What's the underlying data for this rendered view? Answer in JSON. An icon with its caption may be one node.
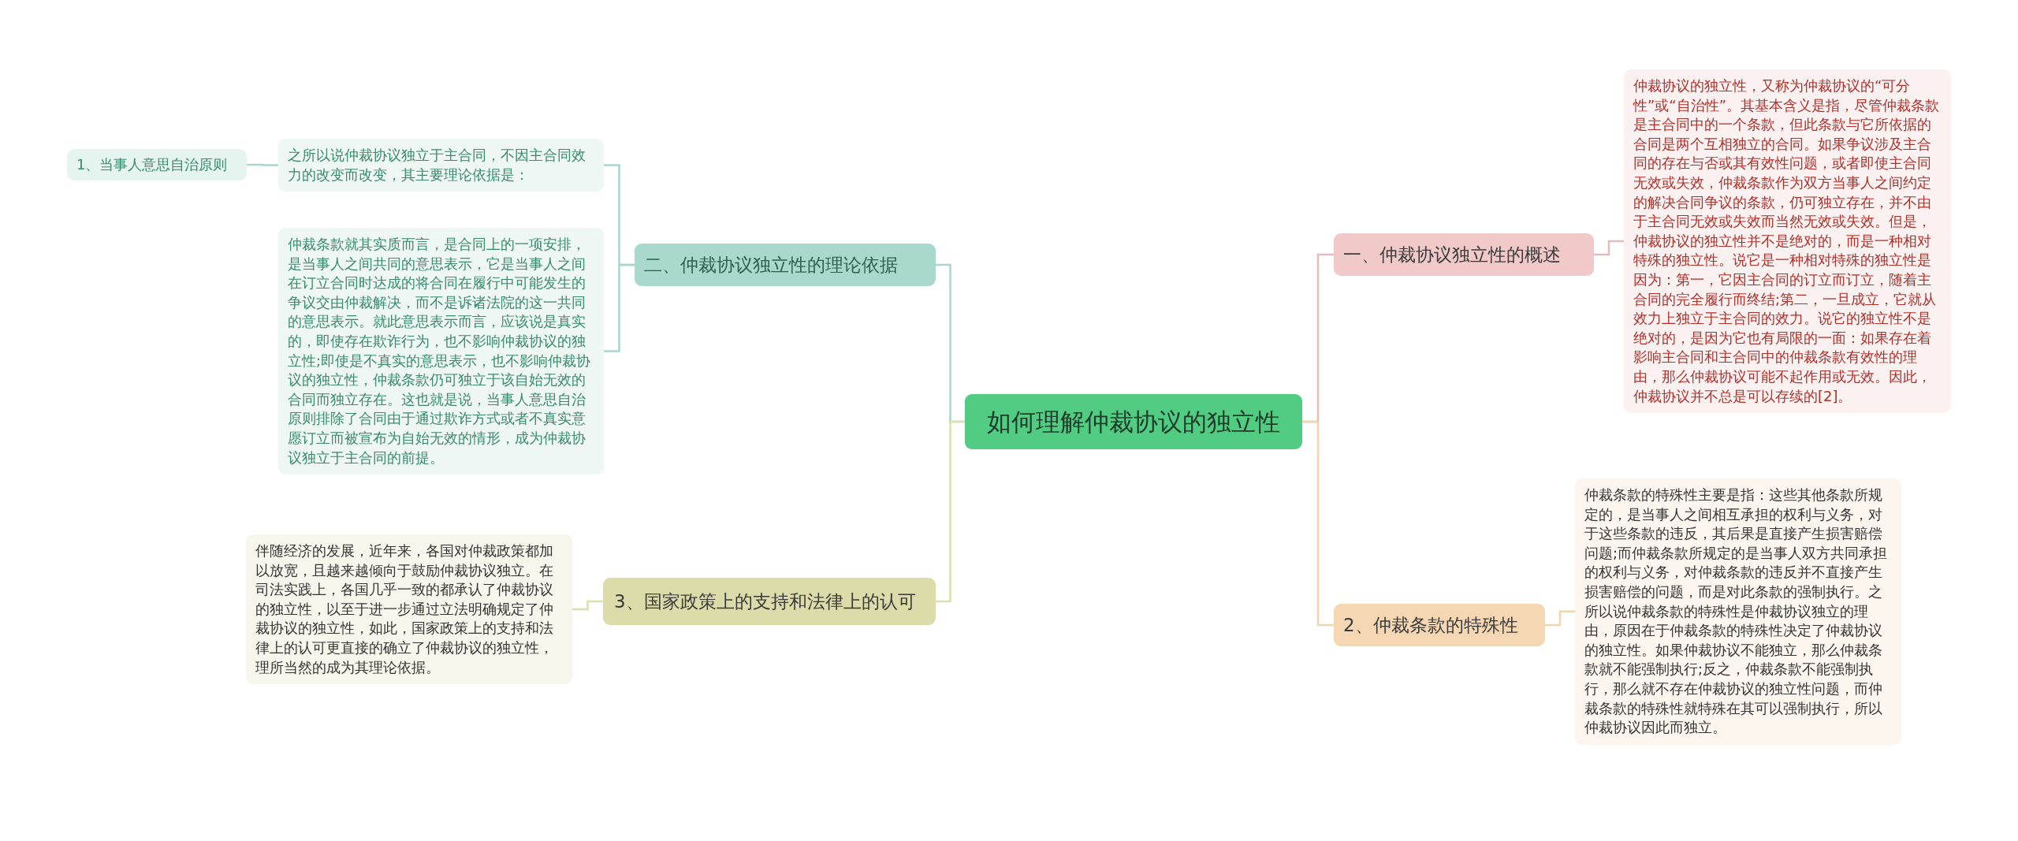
{
  "diagram": {
    "nodes": [
      {
        "text": [
          "如何理解仲裁协议的独立性"
        ]
      },
      {
        "text": [
          "一、仲裁协议独立性的概述"
        ]
      },
      {
        "text": [
          "仲裁协议的独立性，又称为仲裁协议的“可分性”或“自治性”。其基本含义是指，尽管仲裁条款是主合同中的一个条款，但此条款与它所依据的合同是两个互相独立的合同。如果争议涉及主合同的存在与否或其有效性问题，或者即使主合同无效或失效，仲裁条款作为双方当事人之间约定的解决合同争议的条款，仍可独立存在，并不由于主合同无效或失效而当然无效或失效。但是，仲裁协议的独立性并不是绝对的，而是一种相对特殊的独立性。说它是一种相对特殊的独立性是因为：第一，它因主合同的订立而订立，随着主合同的完全履行而终结;第二，一旦成立，它就从效力上独立于主合同的效力。说它的独立性不是绝对的，是因为它也有局限的一面：如果存在着影响主合同和主合同中的仲裁条款有效性的理由，那么仲裁协议可能不起作用或无效。因此，仲裁协议并不总是可以存续的[2]。"
        ]
      },
      {
        "text": [
          "2、仲裁条款的特殊性"
        ]
      },
      {
        "text": [
          "仲裁条款的特殊性主要是指：这些其他条款所规定的，是当事人之间相互承担的权利与义务，对于这些条款的违反，其后果是直接产生损害赔偿问题;而仲裁条款所规定的是当事人双方共同承担的权利与义务，对仲裁条款的违反并不直接产生损害赔偿的问题，而是对此条款的强制执行。之所以说仲裁条款的特殊性是仲裁协议独立的理由，原因在于仲裁条款的特殊性决定了仲裁协议的独立性。如果仲裁协议不能独立，那么仲裁条款就不能强制执行;反之，仲裁条款不能强制执行，那么就不存在仲裁协议的独立性问题，而仲裁条款的特殊性就特殊在其可以强制执行，所以仲裁协议因此而独立。"
        ]
      },
      {
        "text": [
          "二、仲裁协议独立性的理论依据"
        ]
      },
      {
        "text": [
          "之所以说仲裁协议独立于主合同，不因主合同效力的改变而改变，其主要理论依据是："
        ]
      },
      {
        "text": [
          "1、当事人意思自治原则"
        ]
      },
      {
        "text": [
          "仲裁条款就其实质而言，是合同上的一项安排，是当事人之间共同的意思表示，它是当事人之间在订立合同时达成的将合同在履行中可能发生的争议交由仲裁解决，而不是诉诸法院的这一共同的意思表示。就此意思表示而言，应该说是真实的，即使存在欺诈行为，也不影响仲裁协议的独立性;即使是不真实的意思表示，也不影响仲裁协议的独立性，仲裁条款仍可独立于该自始无效的合同而独立存在。这也就是说，当事人意思自治原则排除了合同由于通过欺诈方式或者不真实意愿订立而被宣布为自始无效的情形，成为仲裁协议独立于主合同的前提。"
        ]
      },
      {
        "text": [
          "3、国家政策上的支持和法律上的认可"
        ]
      },
      {
        "text": [
          "伴随经济的发展，近年来，各国对仲裁政策都加以放宽，且越来越倾向于鼓励仲裁协议独立。在司法实践上，各国几乎一致的都承认了仲裁协议的独立性，以至于进一步通过立法明确规定了仲裁协议的独立性，如此，国家政策上的支持和法律上的认可更直接的确立了仲裁协议的独立性，理所当然的成为其理论依据。"
        ]
      }
    ],
    "edges": [
      {
        "from": 0,
        "to": 1,
        "arrow": "none",
        "color": "#e3bcbc"
      },
      {
        "from": 1,
        "to": 2,
        "arrow": "none",
        "color": "#e3bcbc"
      },
      {
        "from": 0,
        "to": 3,
        "arrow": "none",
        "color": "#f0d4ae"
      },
      {
        "from": 3,
        "to": 4,
        "arrow": "none",
        "color": "#f0d4ae"
      },
      {
        "from": 0,
        "to": 5,
        "arrow": "none",
        "color": "#a9d6cd"
      },
      {
        "from": 5,
        "to": 6,
        "arrow": "none",
        "color": "#a9d6cd"
      },
      {
        "from": 6,
        "to": 7,
        "arrow": "none",
        "color": "#a9d6cd"
      },
      {
        "from": 5,
        "to": 8,
        "arrow": "none",
        "color": "#a9d6cd"
      },
      {
        "from": 0,
        "to": 9,
        "arrow": "none",
        "color": "#dcdfb0"
      },
      {
        "from": 9,
        "to": 10,
        "arrow": "none",
        "color": "#dcdfb0"
      }
    ]
  }
}
